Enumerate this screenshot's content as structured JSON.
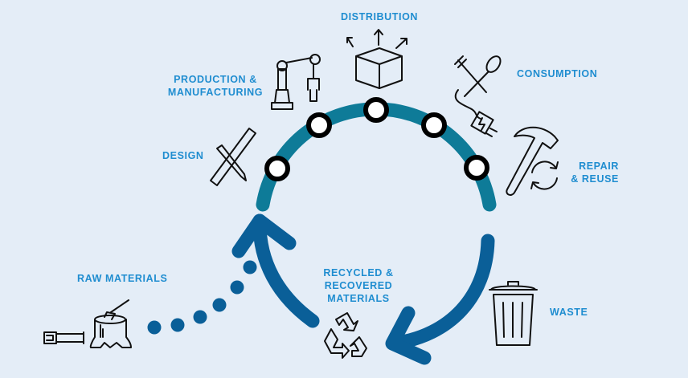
{
  "labels": {
    "distribution": "DISTRIBUTION",
    "production_1": "PRODUCTION &",
    "production_2": "MANUFACTURING",
    "consumption": "CONSUMPTION",
    "design": "DESIGN",
    "repair_1": "REPAIR",
    "repair_2": "& REUSE",
    "raw_materials": "RAW MATERIALS",
    "recycled_1": "RECYCLED &",
    "recycled_2": "RECOVERED",
    "recycled_3": "MATERIALS",
    "waste": "WASTE"
  },
  "colors": {
    "background": "#e4edf7",
    "label": "#1f8dd0",
    "upper_arc": "#0e7b98",
    "lower_arcs": "#0a5f98",
    "icon_stroke": "#111111"
  }
}
